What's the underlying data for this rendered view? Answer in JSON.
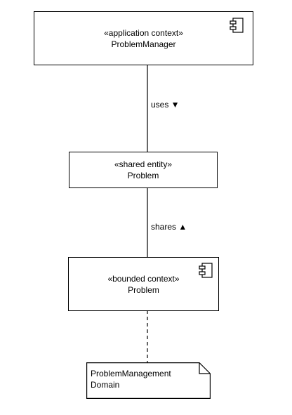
{
  "app_context": {
    "stereotype": "«application context»",
    "name": "ProblemManager"
  },
  "shared_entity": {
    "stereotype": "«shared entity»",
    "name": "Problem"
  },
  "bounded_context": {
    "stereotype": "«bounded context»",
    "name": "Problem"
  },
  "edges": {
    "uses": "uses ▼",
    "shares": "shares ▲"
  },
  "note": {
    "line1": "ProblemManagement",
    "line2": "Domain"
  },
  "colors": {
    "stroke": "#000000",
    "fill": "#ffffff"
  },
  "icons": {
    "component": "uml-component-icon",
    "note_fold": "note-fold-corner"
  }
}
